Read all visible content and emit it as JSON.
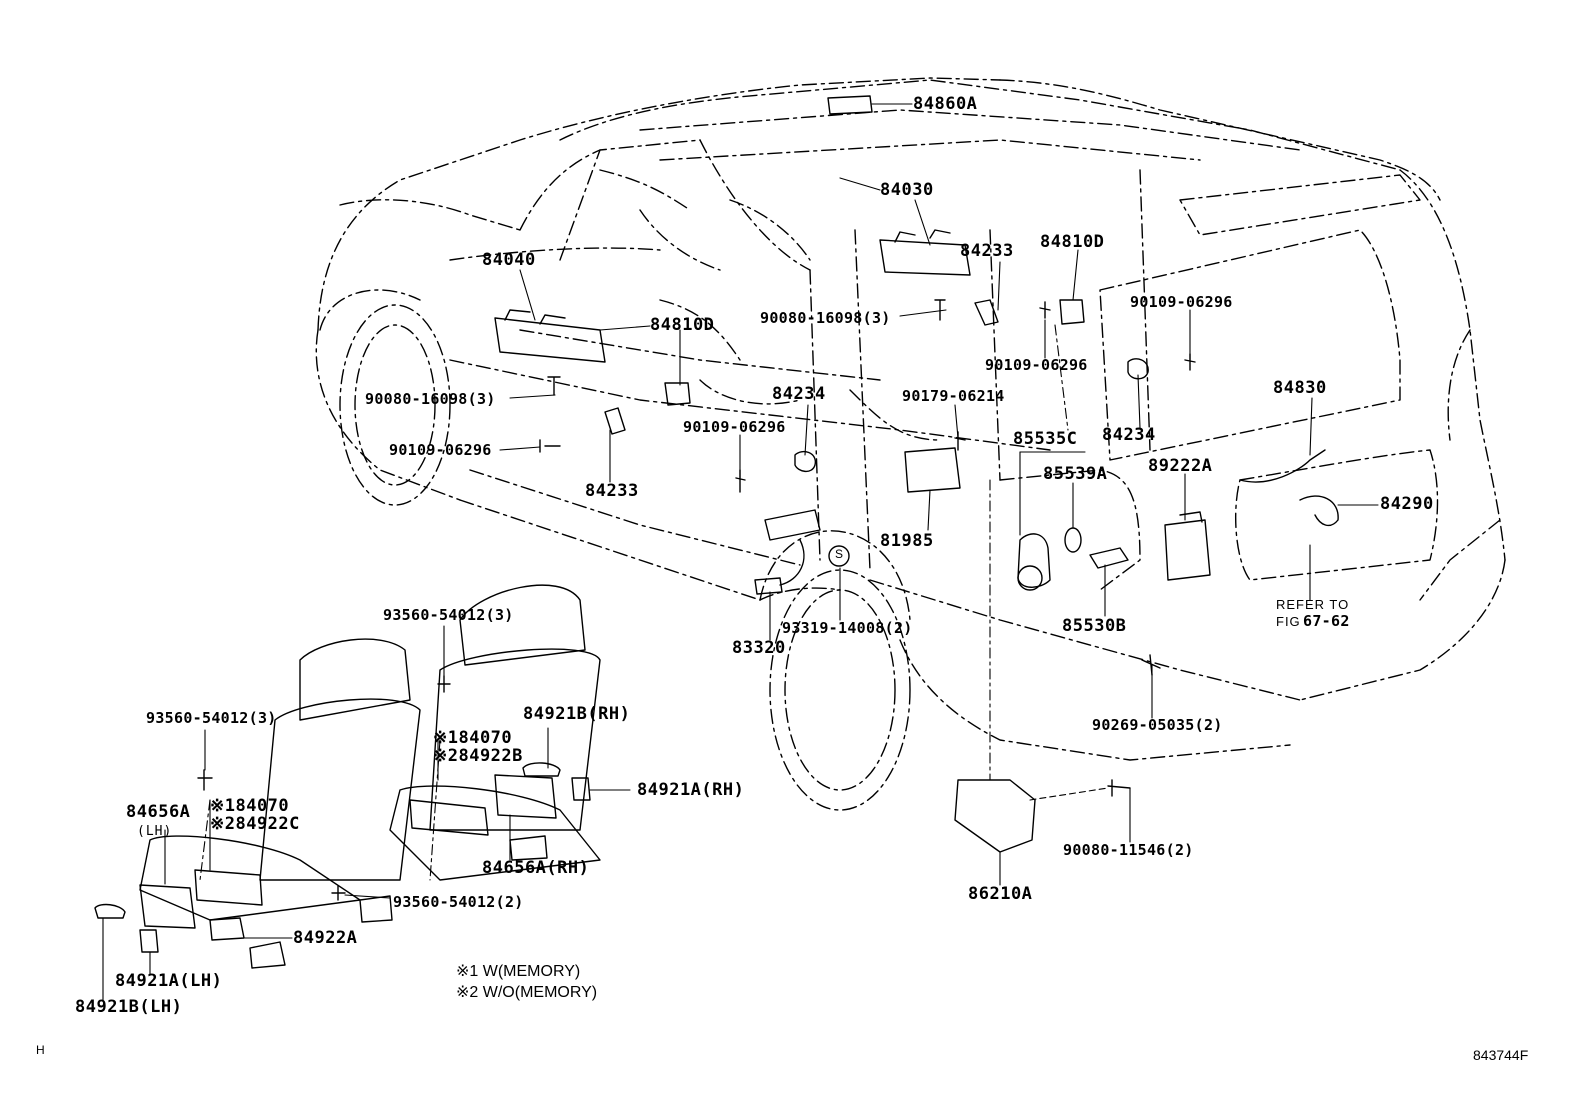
{
  "diagram": {
    "parts": {
      "p84860A": "84860A",
      "p84030": "84030",
      "p84040": "84040",
      "p84233_top": "84233",
      "p84810D_right": "84810D",
      "p84810D_left": "84810D",
      "p90080_16098_top": "90080-16098(3)",
      "p90109_06296_right": "90109-06296",
      "p90109_06296_mid": "90109-06296",
      "p90080_16098_left": "90080-16098(3)",
      "p90109_06296_left": "90109-06296",
      "p84234_left": "84234",
      "p90179_06214": "90179-06214",
      "p84234_right": "84234",
      "p90109_06296_center": "90109-06296",
      "p84830": "84830",
      "p85535C": "85535C",
      "p89222A": "89222A",
      "p85539A": "85539A",
      "p84290": "84290",
      "p84233_bottom": "84233",
      "p81985": "81985",
      "p93319_14008": "93319-14008(2)",
      "p83320": "83320",
      "p85530B": "85530B",
      "p93560_54012_top": "93560-54012(3)",
      "p90269_05035": "90269-05035(2)",
      "p84921B_RH": "84921B(RH)",
      "p84070_a": "※184070",
      "p84922B": "※284922B",
      "p93560_54012_left": "93560-54012(3)",
      "p84921A_RH": "84921A(RH)",
      "p84656A_LH": "84656A",
      "p84656A_LH_sub": "(LH)",
      "p84070_b": "※184070",
      "p84922C": "※284922C",
      "p84656A_RH": "84656A(RH)",
      "p90080_11546": "90080-11546(2)",
      "p86210A": "86210A",
      "p93560_54012_bottom": "93560-54012(2)",
      "p84922A": "84922A",
      "p84921A_LH": "84921A(LH)",
      "p84921B_LH": "84921B(LH)"
    },
    "refer": {
      "refer_to": "REFER TO",
      "fig": "FIG",
      "fig_number": "67-62"
    },
    "notes": {
      "note1": "※1  W(MEMORY)",
      "note2": "※2  W/O(MEMORY)"
    },
    "circle_symbol": "S",
    "corner_left": "H",
    "corner_right": "843744F"
  }
}
